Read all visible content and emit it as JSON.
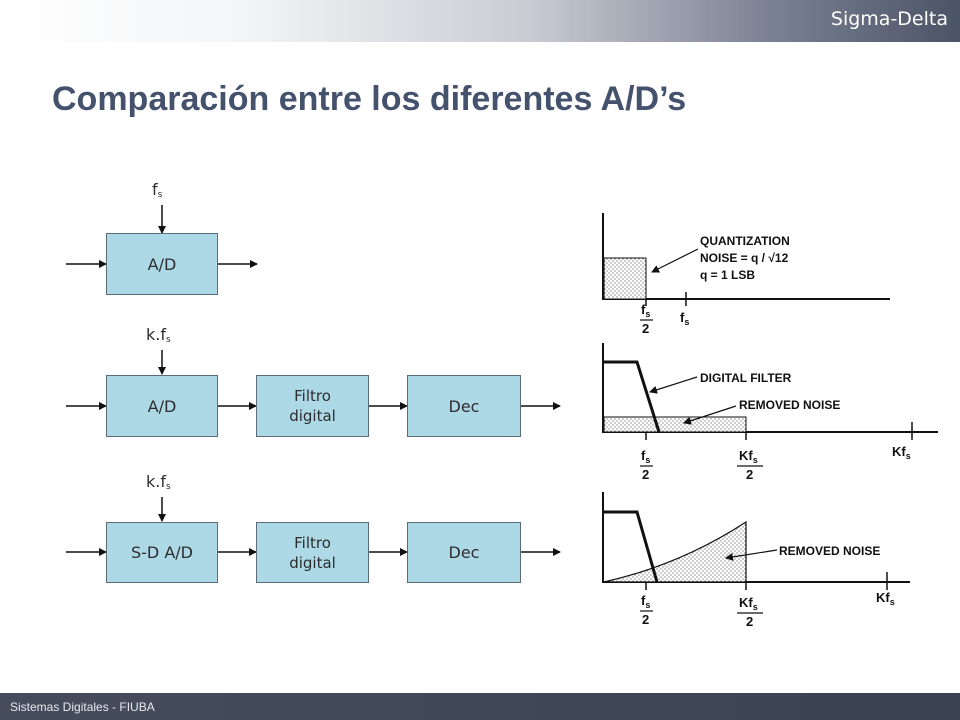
{
  "header": {
    "section_title": "Sigma-Delta"
  },
  "slide": {
    "title": "Comparación entre los diferentes A/D’s"
  },
  "footer": {
    "text": "Sistemas Digitales - FIUBA"
  },
  "diagrams": {
    "row1": {
      "clock_base": "f",
      "clock_sub": "s",
      "adc_label": "A/D"
    },
    "row2": {
      "clock_base": "k.f",
      "clock_sub": "s",
      "adc_label": "A/D",
      "filter_line1": "Filtro",
      "filter_line2": "digital",
      "dec_label": "Dec"
    },
    "row3": {
      "clock_base": "k.f",
      "clock_sub": "s",
      "adc_label": "S-D A/D",
      "filter_line1": "Filtro",
      "filter_line2": "digital",
      "dec_label": "Dec"
    }
  },
  "spectra": {
    "plot1": {
      "annotation": [
        "QUANTIZATION",
        "NOISE = q / √12",
        "q = 1 LSB"
      ],
      "tick_half": {
        "num": "f",
        "num_sub": "s",
        "den": "2"
      },
      "tick_fs": {
        "base": "f",
        "sub": "s"
      }
    },
    "plot2": {
      "label_filter": "DIGITAL FILTER",
      "label_removed": "REMOVED NOISE",
      "tick_half": {
        "num": "f",
        "num_sub": "s",
        "den": "2"
      },
      "tick_khalf": {
        "num": "Kf",
        "num_sub": "s",
        "den": "2"
      },
      "tick_kfs": {
        "base": "Kf",
        "sub": "s"
      }
    },
    "plot3": {
      "label_removed": "REMOVED NOISE",
      "tick_half": {
        "num": "f",
        "num_sub": "s",
        "den": "2"
      },
      "tick_khalf": {
        "num": "Kf",
        "num_sub": "s",
        "den": "2"
      },
      "tick_kfs": {
        "base": "Kf",
        "sub": "s"
      }
    }
  }
}
